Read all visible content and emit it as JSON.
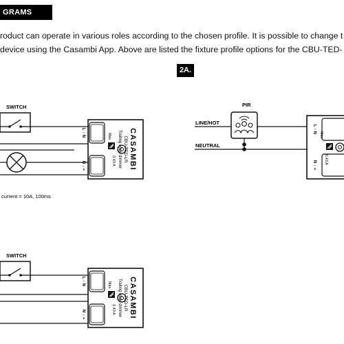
{
  "header": {
    "title": "GRAMS"
  },
  "intro": {
    "line1": "roduct can operate in various roles according to the chosen profile. It is possible to change t",
    "line2": "device using the Casambi App. Above are listed the fixture profile options for the CBU-TED-"
  },
  "section_badge": "2A.",
  "labels": {
    "switch": "SWITCH",
    "pir": "PIR",
    "line_hot": "LINE/HOT",
    "neutral": "NEUTRAL",
    "inrush": "current = 10A, 100ms"
  },
  "device": {
    "brand": "CASAMBI",
    "model": "CBU-TED-LR",
    "desc": "Trailing edge dimmer",
    "max_label": "Max",
    "max_value": "0.43 A",
    "terminal_top": "L ↑ N",
    "terminal_bottom": "N ↓ ⌁"
  }
}
